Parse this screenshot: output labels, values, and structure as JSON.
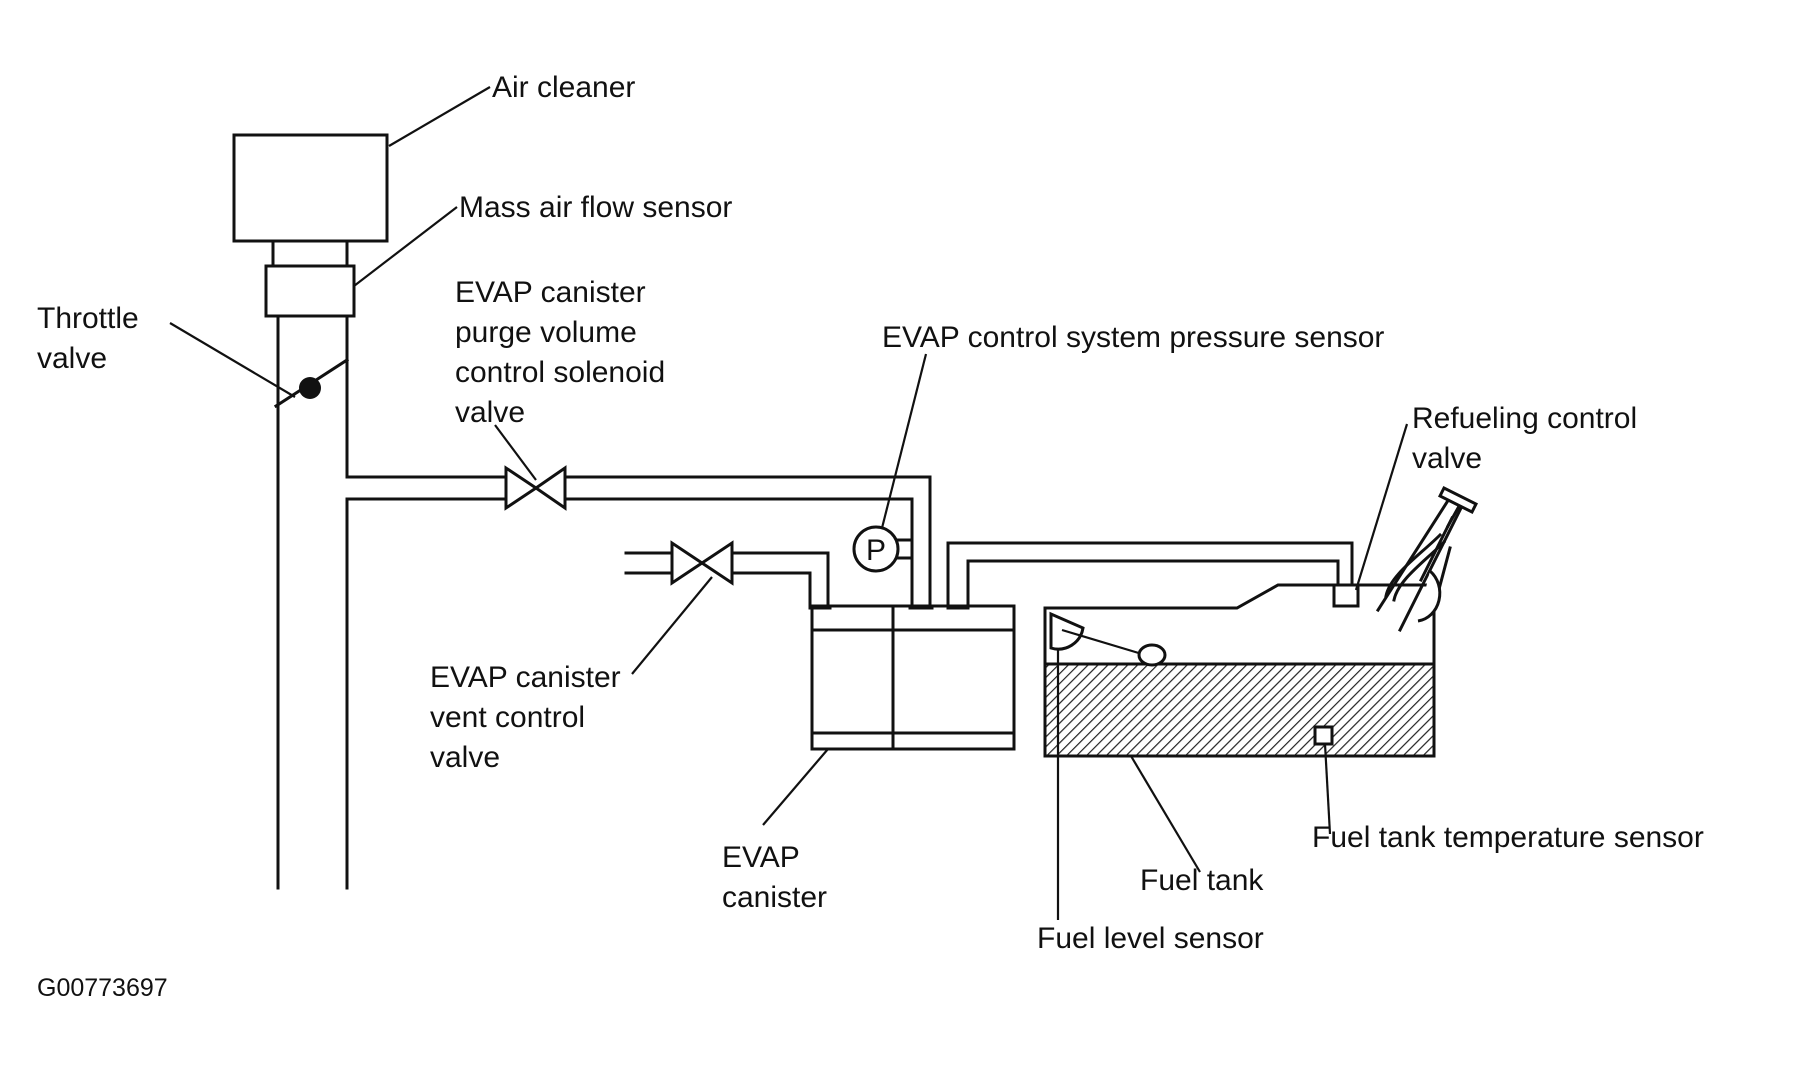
{
  "diagram": {
    "labels": {
      "air_cleaner": "Air cleaner",
      "mass_air_flow_sensor": "Mass air flow sensor",
      "throttle_valve": [
        "Throttle",
        "valve"
      ],
      "purge_valve": [
        "EVAP canister",
        "purge volume",
        "control solenoid",
        "valve"
      ],
      "pressure_sensor": "EVAP control system pressure sensor",
      "pressure_symbol": "P",
      "refueling_valve": [
        "Refueling control",
        "valve"
      ],
      "vent_valve": [
        "EVAP canister",
        "vent control",
        "valve"
      ],
      "canister": [
        "EVAP",
        "canister"
      ],
      "fuel_tank_temp_sensor": "Fuel tank temperature sensor",
      "fuel_tank": "Fuel tank",
      "fuel_level_sensor": "Fuel level sensor"
    },
    "figure_code": "G00773697"
  }
}
